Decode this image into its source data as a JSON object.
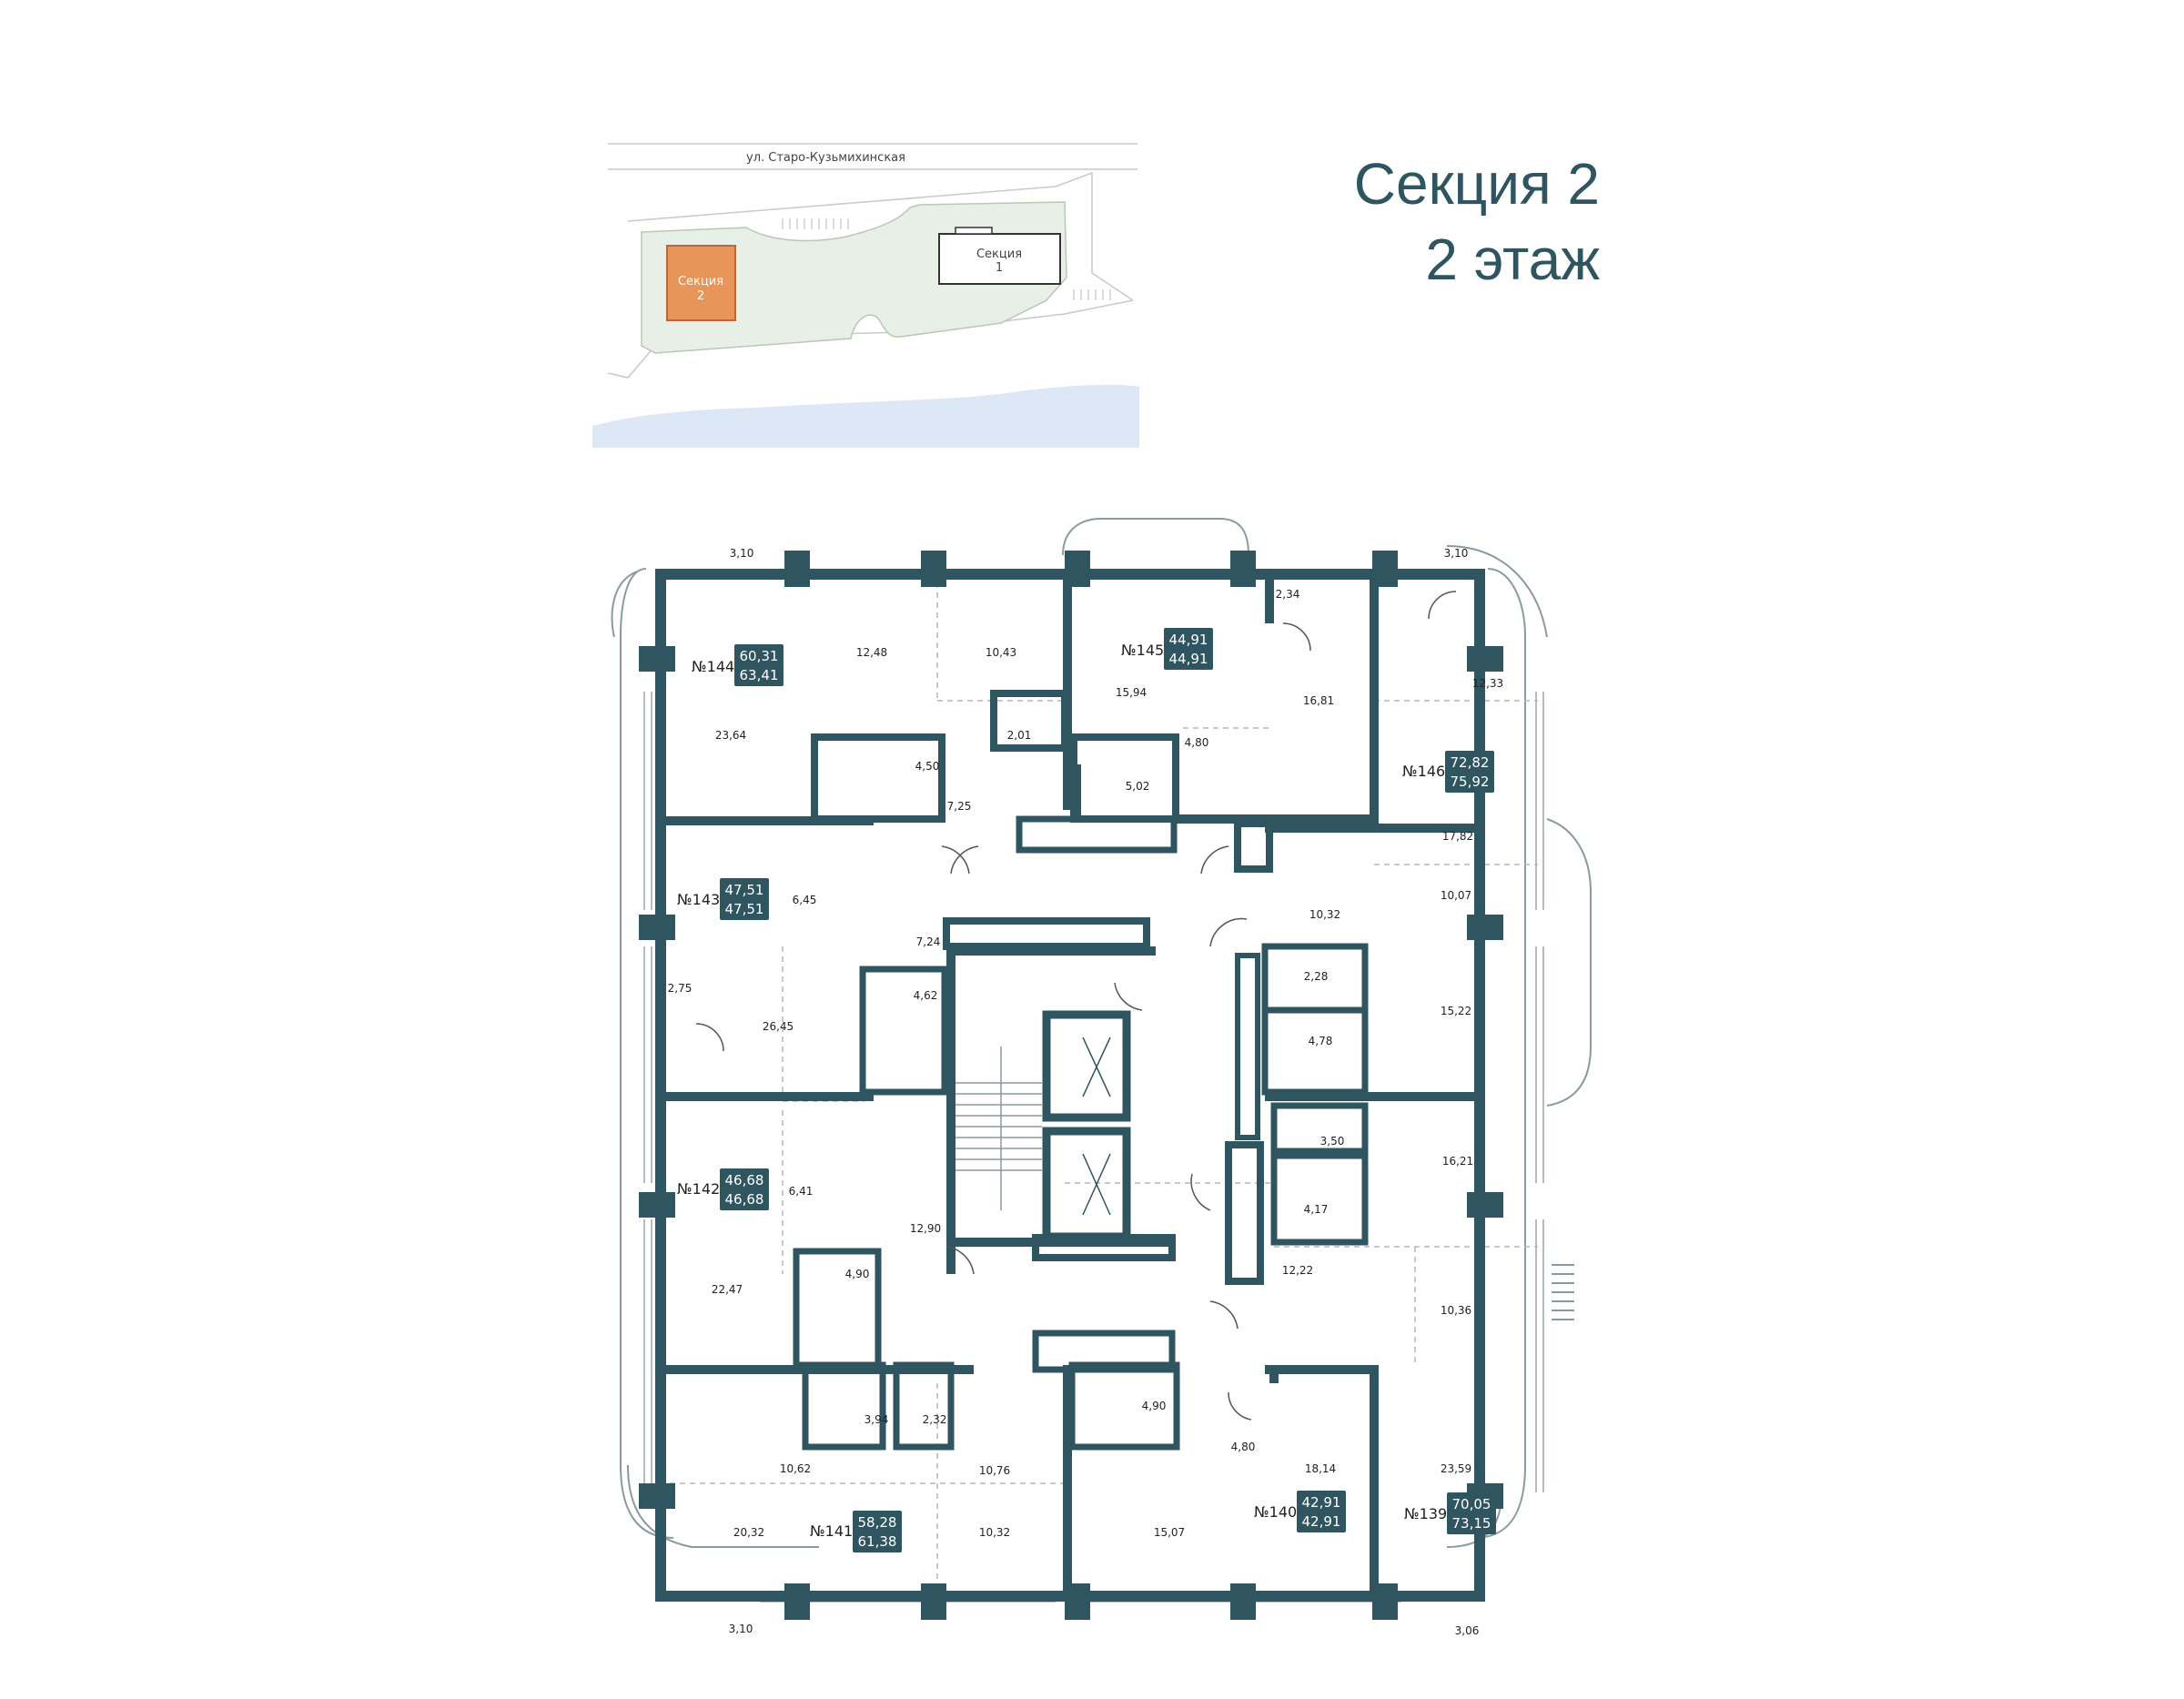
{
  "header": {
    "section_title": "Секция 2",
    "floor_title": "2 этаж"
  },
  "site_plan": {
    "street": "ул. Старо-Кузьмихинская",
    "section_1": [
      "Секция",
      "1"
    ],
    "section_2": [
      "Секция",
      "2"
    ]
  },
  "colors": {
    "wall": "#2f5560",
    "badge": "#2f5560",
    "highlight": "#e8955a",
    "green": "#e8efe6",
    "water": "#dce8f5"
  },
  "apartments": [
    {
      "id": "apt-144",
      "number": "№144",
      "area_1": "60,31",
      "area_2": "63,41"
    },
    {
      "id": "apt-145",
      "number": "№145",
      "area_1": "44,91",
      "area_2": "44,91"
    },
    {
      "id": "apt-146",
      "number": "№146",
      "area_1": "72,82",
      "area_2": "75,92"
    },
    {
      "id": "apt-143",
      "number": "№143",
      "area_1": "47,51",
      "area_2": "47,51"
    },
    {
      "id": "apt-142",
      "number": "№142",
      "area_1": "46,68",
      "area_2": "46,68"
    },
    {
      "id": "apt-141",
      "number": "№141",
      "area_1": "58,28",
      "area_2": "61,38"
    },
    {
      "id": "apt-140",
      "number": "№140",
      "area_1": "42,91",
      "area_2": "42,91"
    },
    {
      "id": "apt-139",
      "number": "№139",
      "area_1": "70,05",
      "area_2": "73,15"
    }
  ],
  "room_areas": [
    "3,10",
    "12,48",
    "10,43",
    "2,34",
    "3,10",
    "12,33",
    "23,64",
    "2,01",
    "15,94",
    "16,81",
    "4,50",
    "4,80",
    "5,02",
    "7,25",
    "17,82",
    "6,45",
    "10,32",
    "10,07",
    "7,24",
    "2,28",
    "2,75",
    "26,45",
    "4,62",
    "15,22",
    "4,78",
    "3,50",
    "16,21",
    "6,41",
    "4,17",
    "12,90",
    "12,22",
    "22,47",
    "4,90",
    "10,36",
    "3,94",
    "2,32",
    "4,90",
    "10,62",
    "10,76",
    "4,80",
    "18,14",
    "23,59",
    "20,32",
    "10,32",
    "15,07",
    "3,10",
    "3,06"
  ]
}
